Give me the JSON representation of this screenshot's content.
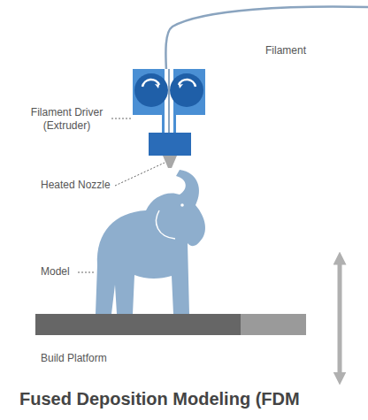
{
  "diagram": {
    "caption": "Fused Deposition Modeling (FDM",
    "labels": [
      "Filament",
      "Filament Driver (Extruder)",
      "Heated Nozzle",
      "Model",
      "Build Platform"
    ]
  }
}
